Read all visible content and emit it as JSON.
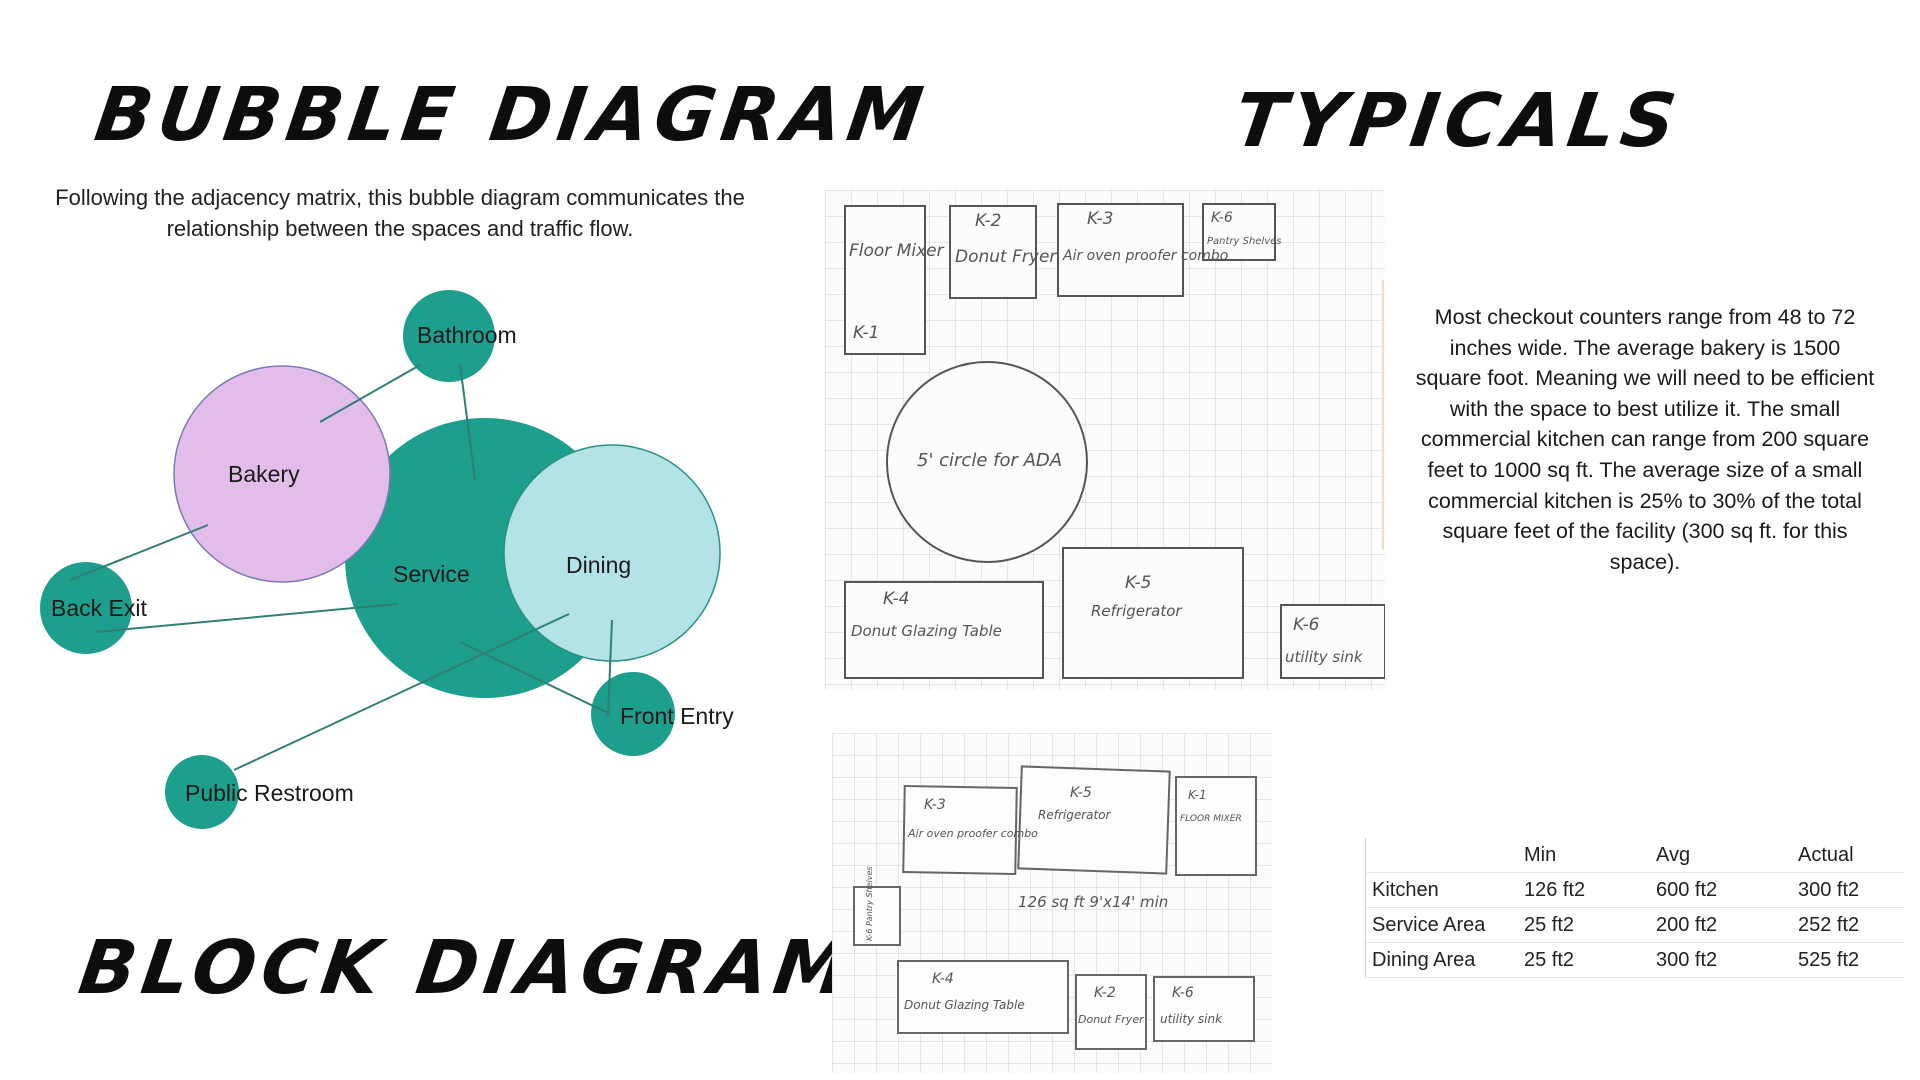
{
  "titles": {
    "bubble": "BUBBLE DIAGRAM",
    "typicals": "TYPICALS",
    "block": "BLOCK DIAGRAM"
  },
  "bubble_caption": "Following the adjacency matrix, this bubble diagram communicates the relationship between the spaces and traffic flow.",
  "bubbles": {
    "bathroom": "Bathroom",
    "bakery": "Bakery",
    "service": "Service",
    "dining": "Dining",
    "back_exit": "Back Exit",
    "front_entry": "Front Entry",
    "public_restroom": "Public Restroom"
  },
  "colors": {
    "teal": "#1e9e8c",
    "light_teal": "#b3e3e6",
    "lilac": "#e3bdea",
    "line": "#2f7f74"
  },
  "typicals_sketch": {
    "k1_label": "K-1",
    "k1_text": "Floor Mixer",
    "k2_label": "K-2",
    "k2_text": "Donut Fryer",
    "k3_label": "K-3",
    "k3_text": "Air oven proofer combo",
    "k6a_label": "K-6",
    "k6a_text": "Pantry Shelves",
    "circle_text": "5' circle for ADA",
    "k4_label": "K-4",
    "k4_text": "Donut Glazing Table",
    "k5_label": "K-5",
    "k5_text": "Refrigerator",
    "k6b_label": "K-6",
    "k6b_text": "utility sink"
  },
  "block_sketch": {
    "k3_label": "K-3",
    "k3_text": "Air oven proofer combo",
    "k5_label": "K-5",
    "k5_text": "Refrigerator",
    "k1_label": "K-1",
    "k1_text": "FLOOR MIXER",
    "k6_pantry": "K-6 Pantry Shelves",
    "area_note": "126 sq ft 9'x14' min",
    "k4_label": "K-4",
    "k4_text": "Donut Glazing Table",
    "k2_label": "K-2",
    "k2_text": "Donut Fryer",
    "k6_label": "K-6",
    "k6_text": "utility sink"
  },
  "info_text": "Most checkout counters range from 48 to 72 inches wide. The average bakery is 1500 square foot. Meaning we will need to be efficient with the space to best utilize it. The small commercial kitchen can range from 200 square feet to 1000 sq ft. The average size of a small commercial kitchen is 25% to 30% of the total square feet of the facility (300 sq ft. for this space).",
  "table": {
    "headers": [
      "",
      "Min",
      "Avg",
      "Actual"
    ],
    "rows": [
      [
        "Kitchen",
        "126 ft2",
        "600 ft2",
        "300 ft2"
      ],
      [
        "Service Area",
        "25 ft2",
        "200 ft2",
        "252 ft2"
      ],
      [
        "Dining Area",
        "25 ft2",
        "300 ft2",
        "525 ft2"
      ]
    ]
  }
}
